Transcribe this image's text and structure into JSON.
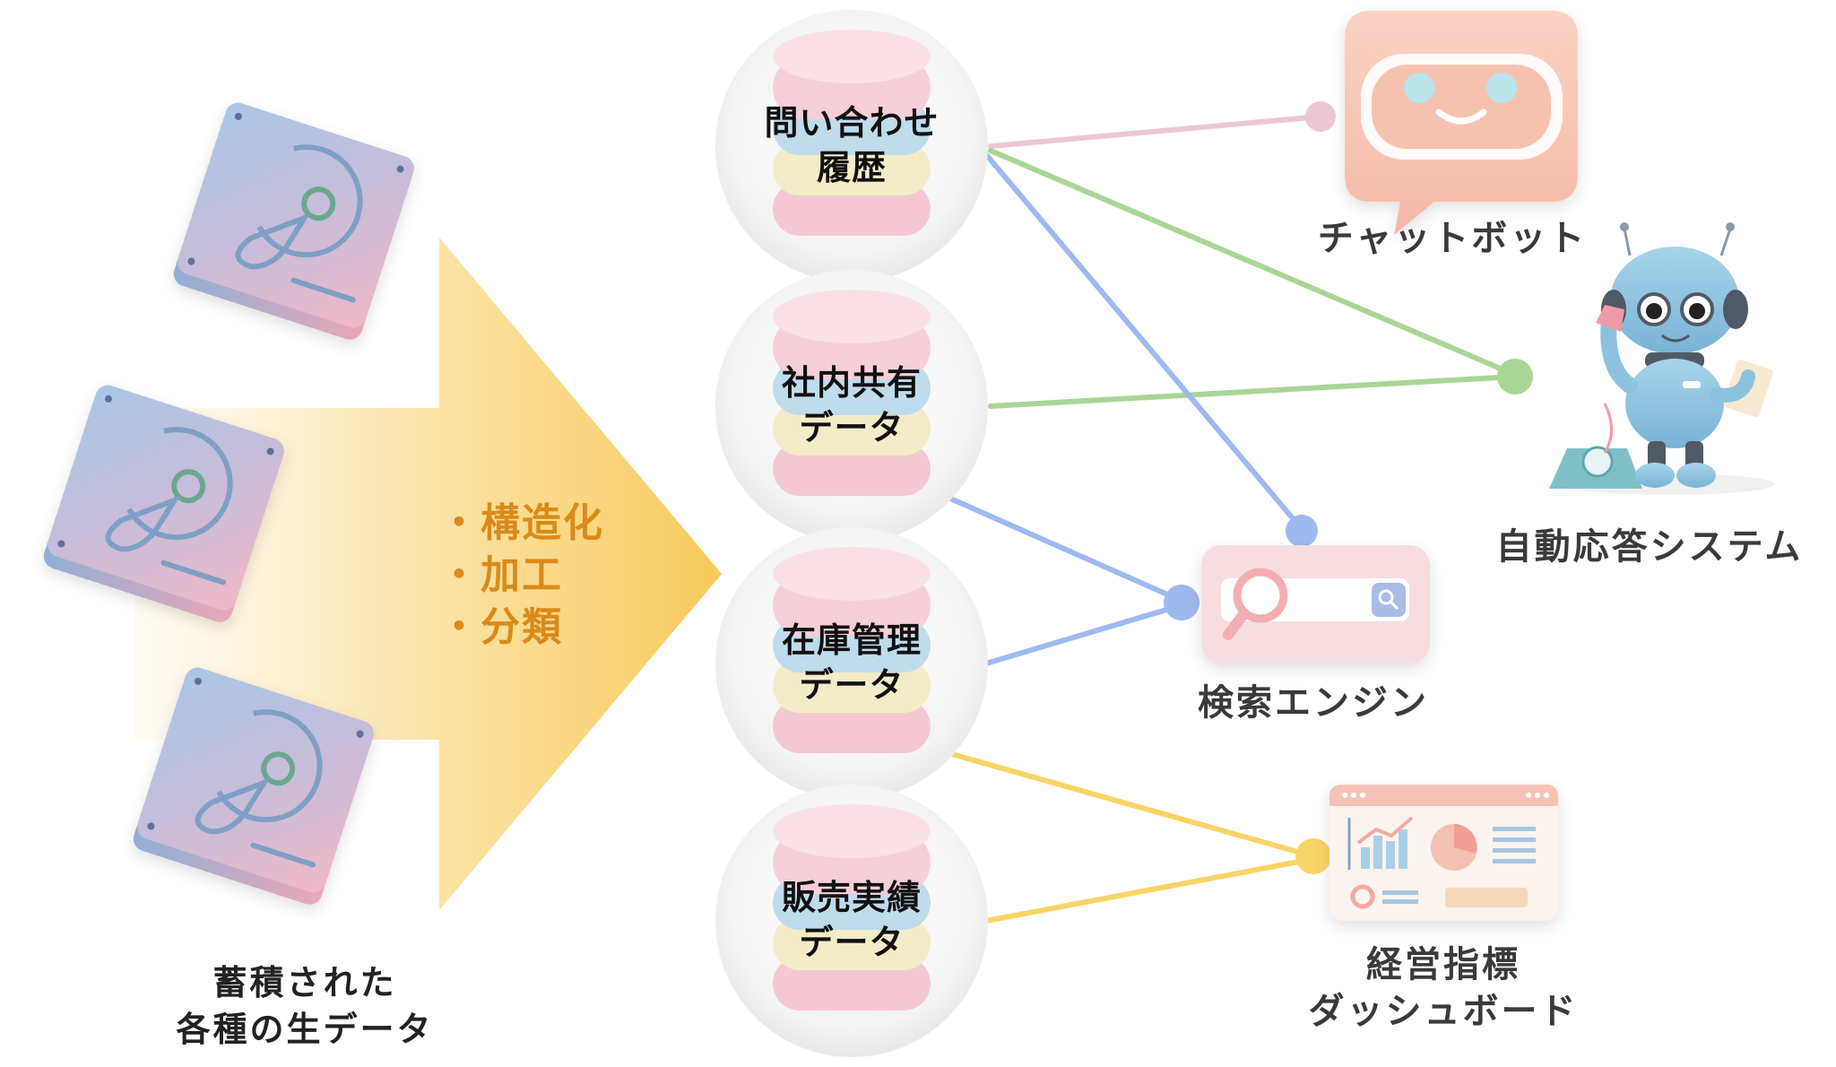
{
  "source": {
    "label_line1": "蓄積された",
    "label_line2": "各種の生データ"
  },
  "process": {
    "steps": [
      "・構造化",
      "・加工",
      "・分類"
    ],
    "color": "#d98a1a"
  },
  "databases": [
    {
      "line1": "問い合わせ",
      "line2": "履歴"
    },
    {
      "line1": "社内共有",
      "line2": "データ"
    },
    {
      "line1": "在庫管理",
      "line2": "データ"
    },
    {
      "line1": "販売実績",
      "line2": "データ"
    }
  ],
  "outputs": {
    "chatbot": "チャットボット",
    "auto_response": "自動応答システム",
    "search_engine": "検索エンジン",
    "dashboard_line1": "経営指標",
    "dashboard_line2": "ダッシュボード"
  },
  "colors": {
    "pink_line": "#ecc6d3",
    "green_line": "#a9d596",
    "blue_line": "#9db9ee",
    "yellow_line": "#f7d466",
    "arrow": "#f7c95a"
  }
}
